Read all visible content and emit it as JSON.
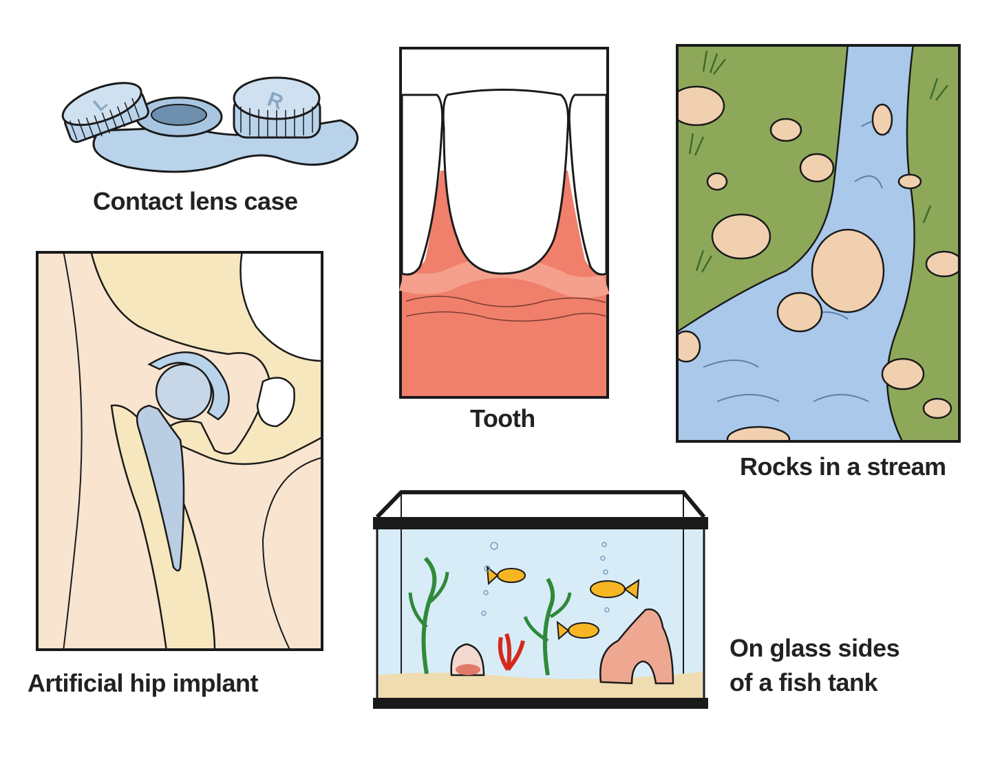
{
  "labels": {
    "contact_lens_case": "Contact lens case",
    "tooth": "Tooth",
    "rocks_in_stream": "Rocks in a stream",
    "hip_implant": "Artificial hip implant",
    "fish_tank_line1": "On glass sides",
    "fish_tank_line2": "of a fish tank"
  },
  "case_caps": {
    "left": "L",
    "right": "R"
  },
  "colors": {
    "outline": "#1a1a1a",
    "lens_blue": "#b9d3ea",
    "gum_red": "#f07f6b",
    "tooth_white": "#ffffff",
    "grass_green": "#8ea85a",
    "water_blue": "#a9c8ea",
    "rock_tan": "#f1d0b0",
    "bone_cream": "#f7e7be",
    "skin_beige": "#f8e4cf",
    "tank_water": "#d8ecf8",
    "sand": "#efdcb0"
  }
}
